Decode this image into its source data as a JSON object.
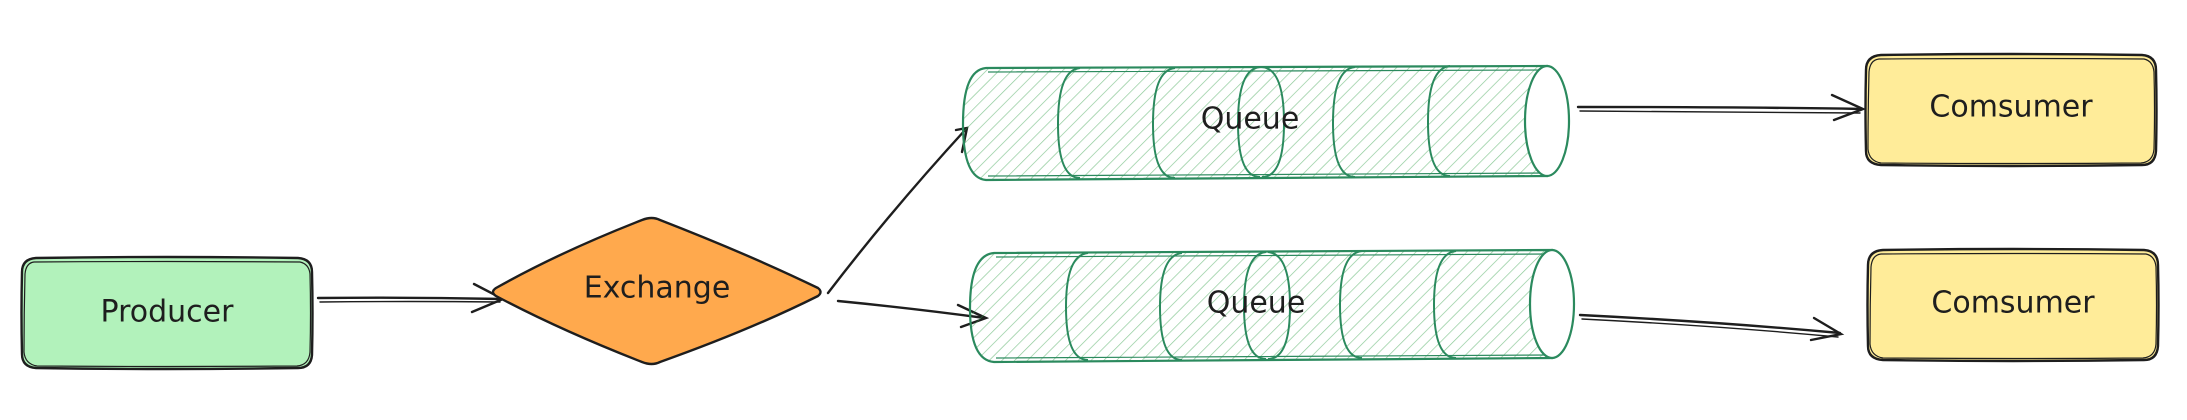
{
  "nodes": {
    "producer": {
      "label": "Producer",
      "fill": "#b2f2bb",
      "stroke": "#1e1e1e"
    },
    "exchange": {
      "label": "Exchange",
      "fill": "#ffa94d",
      "stroke": "#1e1e1e"
    },
    "queue_top": {
      "label": "Queue",
      "hatch": "#2f9e44",
      "stroke": "#2b8a5e"
    },
    "queue_bottom": {
      "label": "Queue",
      "hatch": "#2f9e44",
      "stroke": "#2b8a5e"
    },
    "consumer_top": {
      "label": "Comsumer",
      "fill": "#ffec99",
      "stroke": "#1e1e1e"
    },
    "consumer_bottom": {
      "label": "Comsumer",
      "fill": "#ffec99",
      "stroke": "#1e1e1e"
    }
  },
  "edges": [
    {
      "from": "producer",
      "to": "exchange"
    },
    {
      "from": "exchange",
      "to": "queue_top"
    },
    {
      "from": "exchange",
      "to": "queue_bottom"
    },
    {
      "from": "queue_top",
      "to": "consumer_top"
    },
    {
      "from": "queue_bottom",
      "to": "consumer_bottom"
    }
  ],
  "colors": {
    "arrow": "#1e1e1e",
    "background": "#ffffff"
  }
}
